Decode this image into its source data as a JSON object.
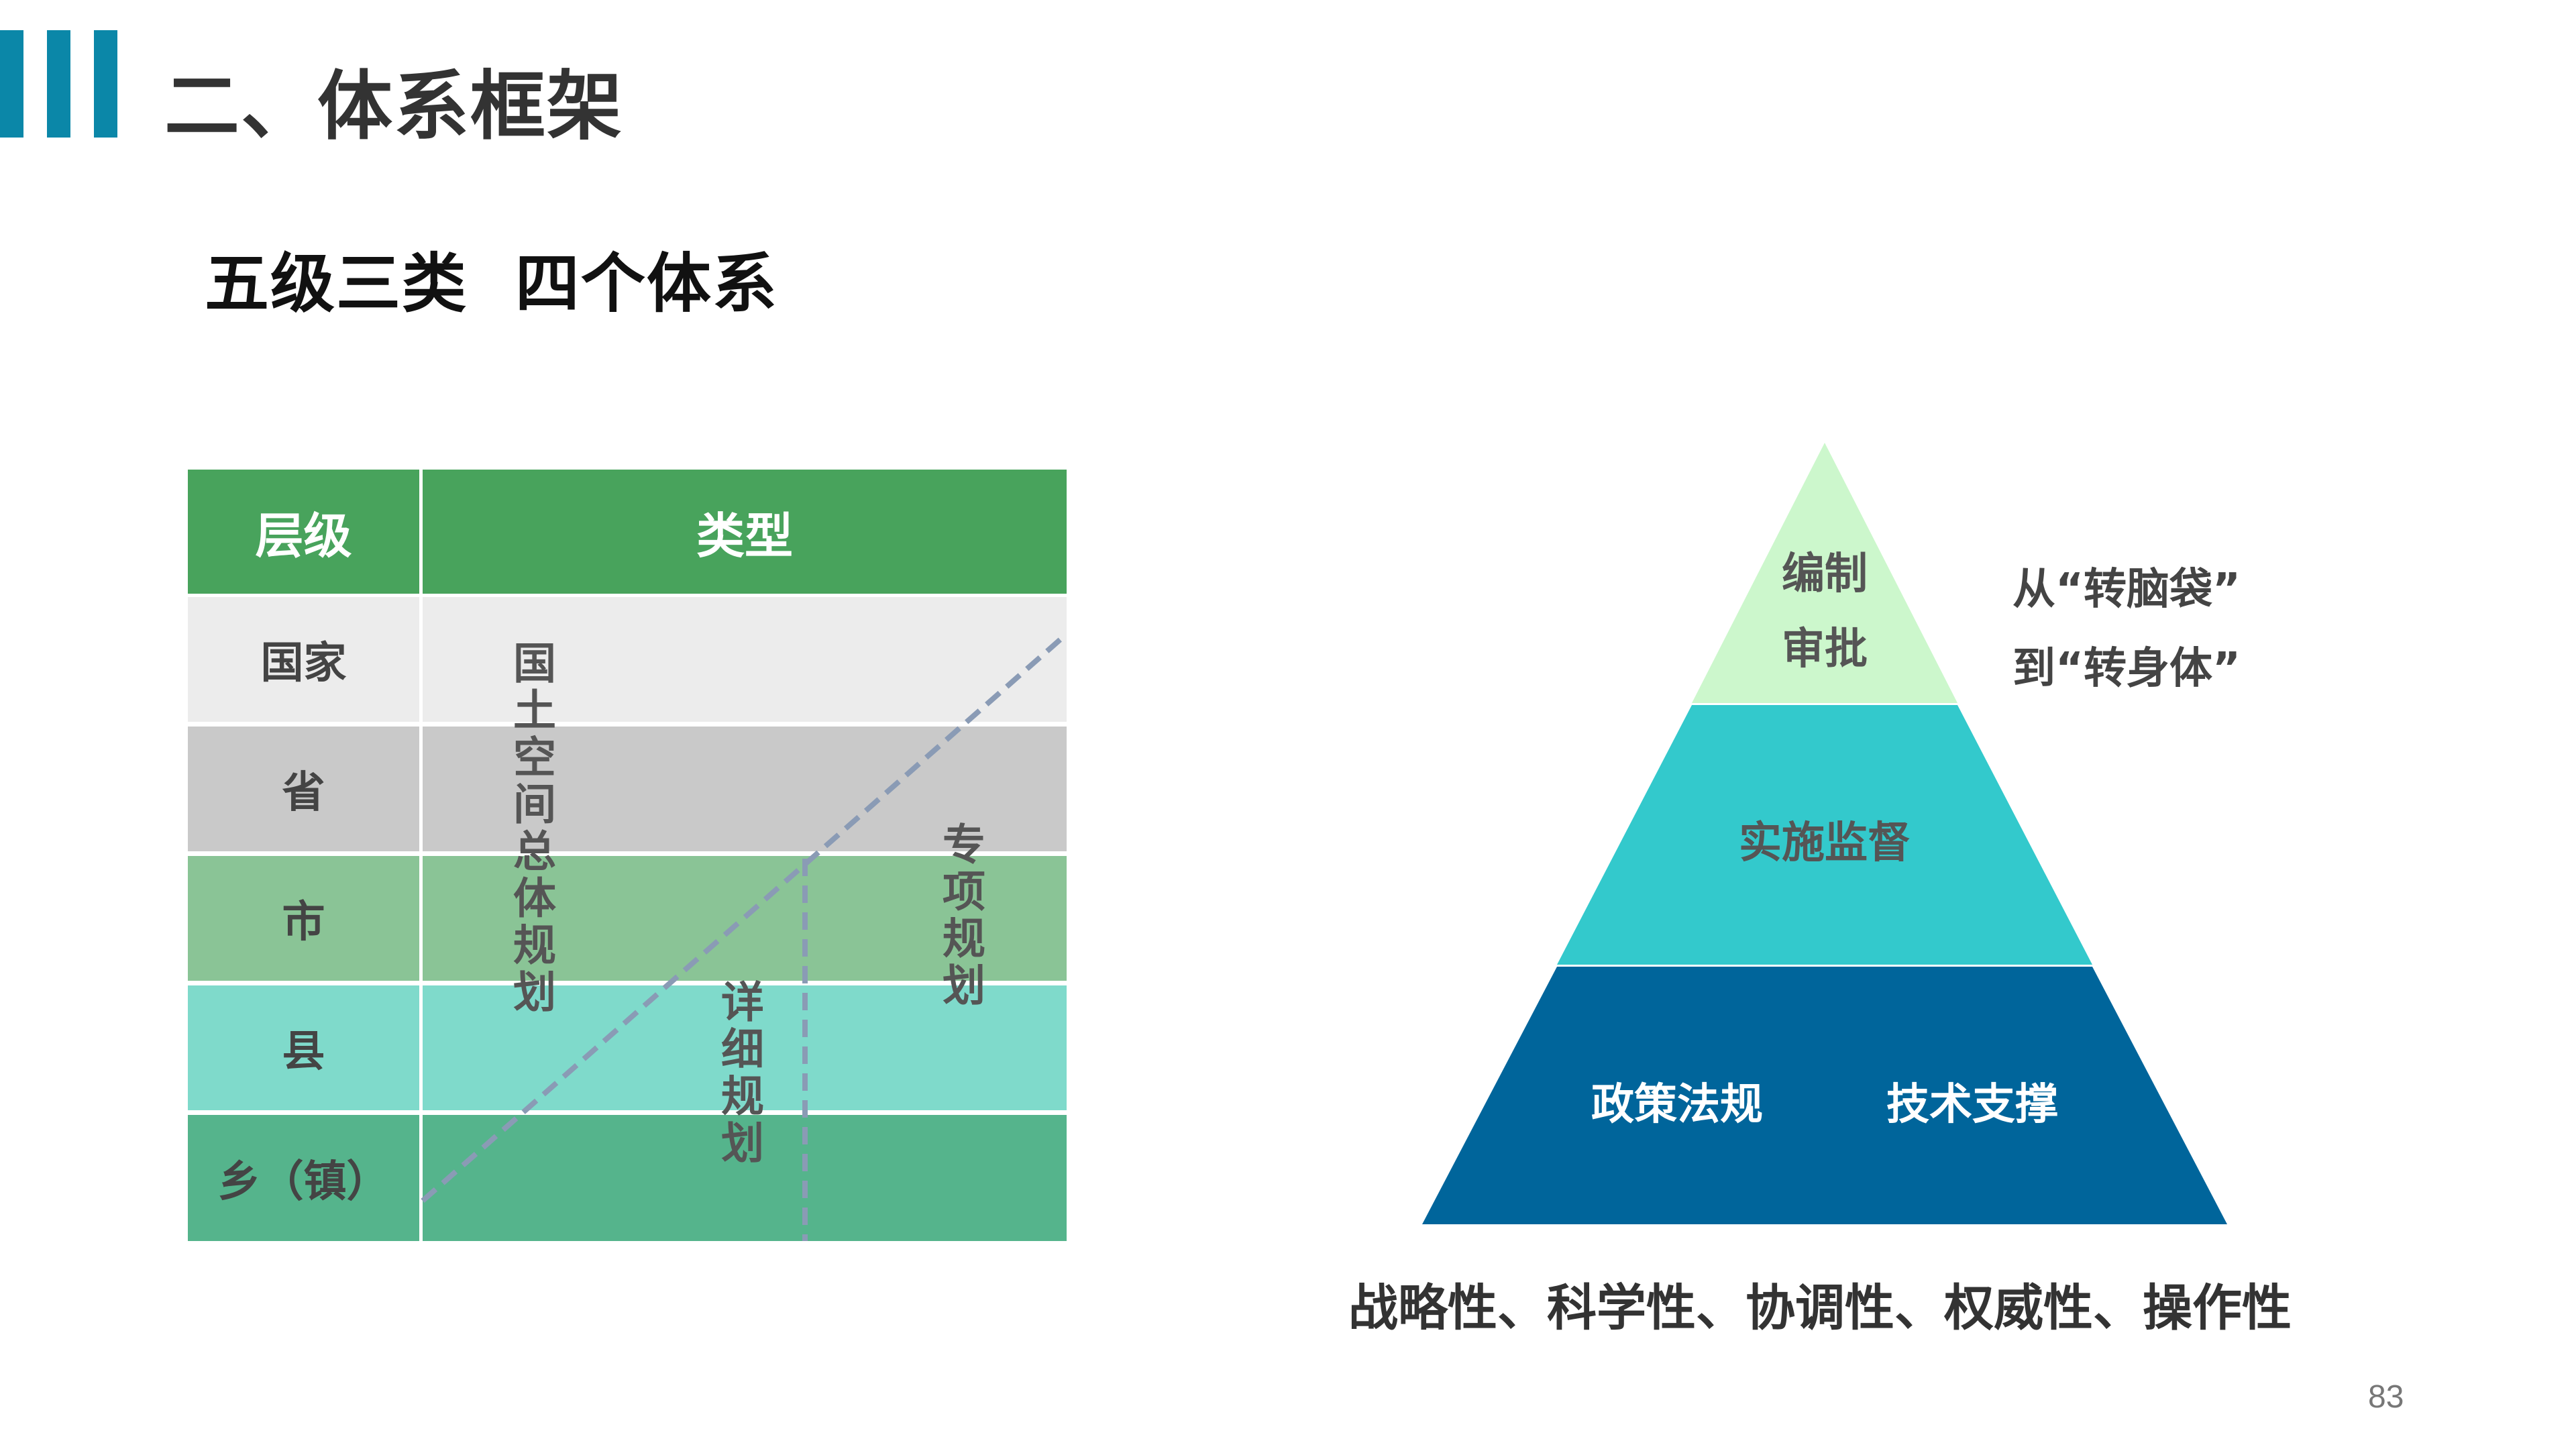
{
  "header": {
    "title": "二、体系框架"
  },
  "subtitle": "五级三类  四个体系",
  "table": {
    "headers": {
      "level": "层级",
      "type": "类型"
    },
    "rows": [
      {
        "level": "国家",
        "bg": "#ececec"
      },
      {
        "level": "省",
        "bg": "#c9c9c9"
      },
      {
        "level": "市",
        "bg": "#8ac496"
      },
      {
        "level": "县",
        "bg": "#7fdacb"
      },
      {
        "level": "乡（镇）",
        "bg": "#55b48c"
      }
    ],
    "plan_types": {
      "overall": "国土空间总体规划",
      "detailed": "详细规划",
      "special": "专项规划"
    },
    "colors": {
      "header": "#48a35c",
      "dashed_line": "#8a9bb5"
    }
  },
  "pyramid": {
    "top": {
      "line1": "编制",
      "line2": "审批",
      "color": "#ccf7cc"
    },
    "middle": {
      "label": "实施监督",
      "color": "#33c9cc"
    },
    "bottom": {
      "left": "政策法规",
      "right": "技术支撑",
      "color": "#00659b"
    }
  },
  "note": {
    "line1": "从“转脑袋”",
    "line2": "到“转身体”"
  },
  "properties": "战略性、科学性、协调性、权威性、操作性",
  "page_number": "83"
}
